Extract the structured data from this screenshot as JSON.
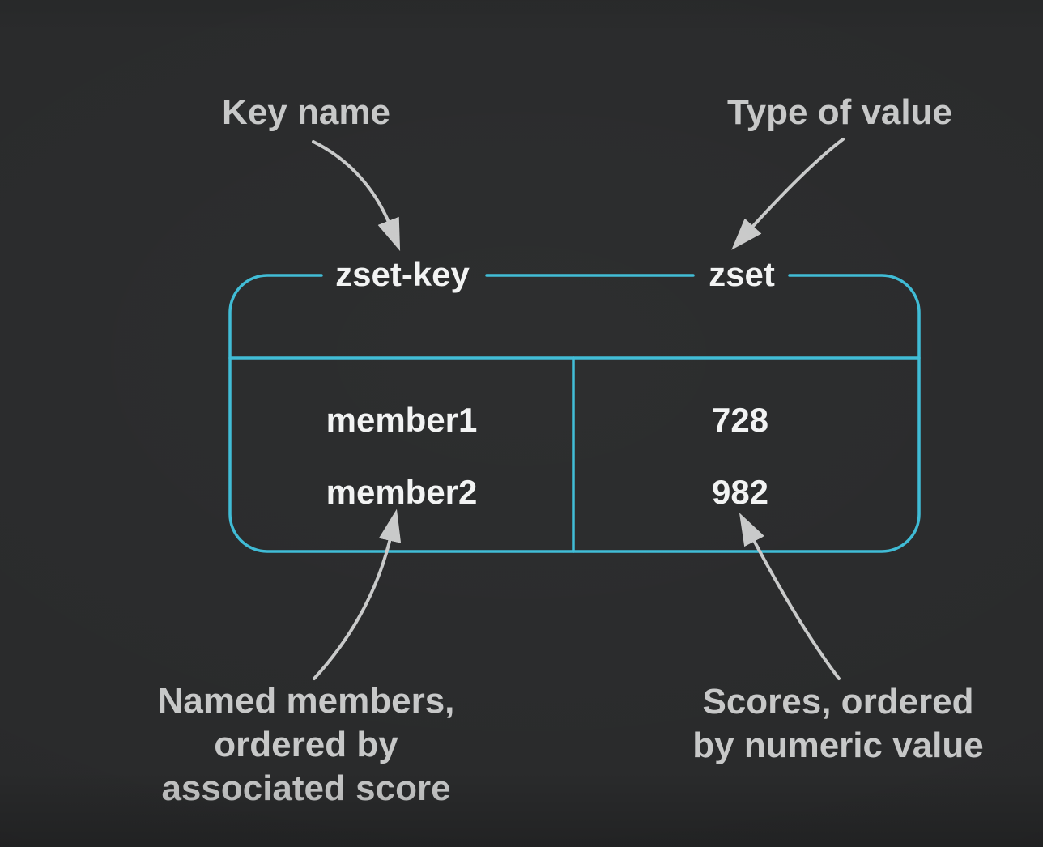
{
  "colors": {
    "background": "#2a2b2c",
    "box_border": "#3fbcd6",
    "box_text": "#f2f3f3",
    "annotation_text": "#c7c8c8",
    "arrow": "#c9caca"
  },
  "annotations": {
    "key_name_label": "Key name",
    "type_of_value_label": "Type of value",
    "members_note_lines": [
      "Named members,",
      "ordered by",
      "associated score"
    ],
    "scores_note_lines": [
      "Scores, ordered",
      "by numeric value"
    ]
  },
  "zset_box": {
    "key_name": "zset-key",
    "value_type": "zset",
    "entries": [
      {
        "member": "member1",
        "score": "728"
      },
      {
        "member": "member2",
        "score": "982"
      }
    ]
  }
}
